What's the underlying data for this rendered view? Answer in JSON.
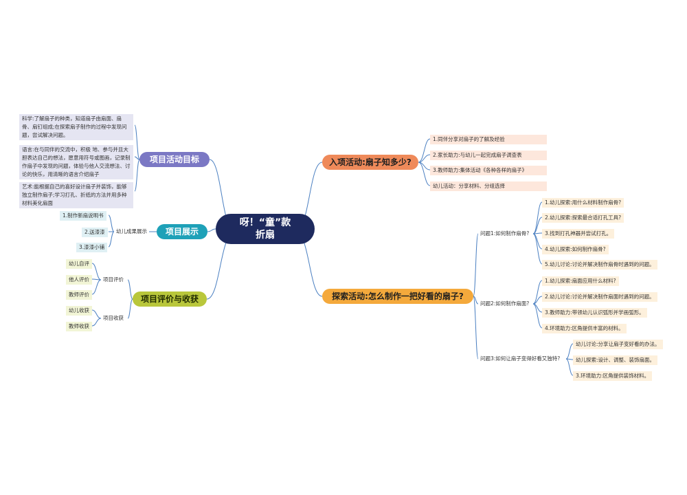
{
  "root": {
    "line1": "呀！“童”款",
    "line2": "折扇"
  },
  "goals": {
    "title": "项目活动目标",
    "items": [
      "科学:了解扇子的种类，知道扇子由扇面、扇骨、扇钉组成;在探索扇子制作的过程中发现问题，尝试解决问题。",
      "语言:在与同伴的交流中，积极 地、参与并且大胆表达自己的想法，愿意用符号或图画，记录制作扇子中发现的问题，体验与他人交流想法、讨论的快乐，用清晰的语言介绍扇子",
      "艺术:能根据自己的喜好设计扇子并装饰，能够独立制作扇子;学习打孔、折纸的方法并用多种材料美化扇面"
    ]
  },
  "display": {
    "title": "项目展示",
    "sub": "幼儿成果展示",
    "items": [
      "1.制作新扇说明书",
      "2.送漆漆",
      "3.漆漆小铺"
    ]
  },
  "evaluation": {
    "title": "项目评价与收获",
    "groups": [
      {
        "label": "项目评价",
        "items": [
          "幼儿自评",
          "他人评价",
          "教师评价"
        ]
      },
      {
        "label": "项目收获",
        "items": [
          "幼儿收获",
          "教师收获"
        ]
      }
    ]
  },
  "entry": {
    "title": "入项活动:扇子知多少?",
    "items": [
      "1.同伴分享对扇子的了解及经验",
      "2.家长助力:与幼儿一起完成扇子调查表",
      "3.教师助力:集体活动《各种各样的扇子》",
      "幼儿活动：分享材料、分组选择"
    ]
  },
  "explore": {
    "title": "探索活动:怎么制作一把好看的扇子?",
    "questions": [
      {
        "label": "问题1:如何制作扇骨?",
        "items": [
          "1.幼儿探索:用什么材料制作扇骨?",
          "2.幼儿探索:探索最合适打孔工具?",
          "3.找到打孔神器并尝试打孔。",
          "4.幼儿探索:如何制作扇骨?",
          "5.幼儿讨论:讨论并解决制作扇骨时遇到的问题。"
        ]
      },
      {
        "label": "问题2:如何制作扇面?",
        "items": [
          "1.幼儿探索:扇面应用什么材料?",
          "2.幼儿讨论:讨论并解决制作扇面时遇到的问题。",
          "3.教师助力:带领幼儿认识弧形并学画弧形。",
          "4.环境助力:区角提供丰富的材料。"
        ]
      },
      {
        "label": "问题3:如何让扇子变得好看又独特?",
        "items": [
          "幼儿讨论:分享让扇子变好看的办法。",
          "幼儿探索:设计、调整、装饰扇面。",
          "3.环境助力:区角提供装饰材料。"
        ]
      }
    ]
  },
  "colors": {
    "root": "#1e2a5e",
    "goals": "#7b78c4",
    "display": "#1ea1b8",
    "evaluation": "#b9c73b",
    "entry": "#ef8a5a",
    "explore": "#f4a93c",
    "line": "#4a7fc1"
  }
}
